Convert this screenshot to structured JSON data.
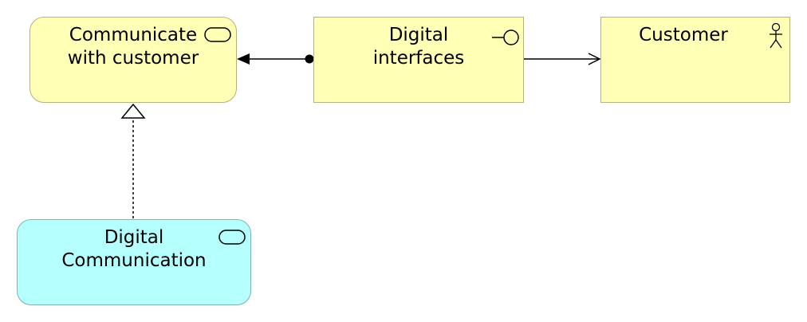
{
  "diagram": {
    "elements": [
      {
        "id": "communicate",
        "label": "Communicate\nwith customer",
        "kind": "business-service",
        "fill": "#ffffb5",
        "stroke": "#b3b37e"
      },
      {
        "id": "digital-interfaces",
        "label": "Digital\ninterfaces",
        "kind": "business-interface",
        "fill": "#ffffb5",
        "stroke": "#b3b37e"
      },
      {
        "id": "customer",
        "label": "Customer",
        "kind": "business-actor",
        "fill": "#ffffb5",
        "stroke": "#b3b37e"
      },
      {
        "id": "digital-communication",
        "label": "Digital\nCommunication",
        "kind": "application-service",
        "fill": "#b5ffff",
        "stroke": "#7eb3b3"
      }
    ],
    "relationships": [
      {
        "from": "digital-interfaces",
        "to": "communicate",
        "type": "assignment"
      },
      {
        "from": "digital-interfaces",
        "to": "customer",
        "type": "serving"
      },
      {
        "from": "digital-communication",
        "to": "communicate",
        "type": "realization"
      }
    ]
  }
}
